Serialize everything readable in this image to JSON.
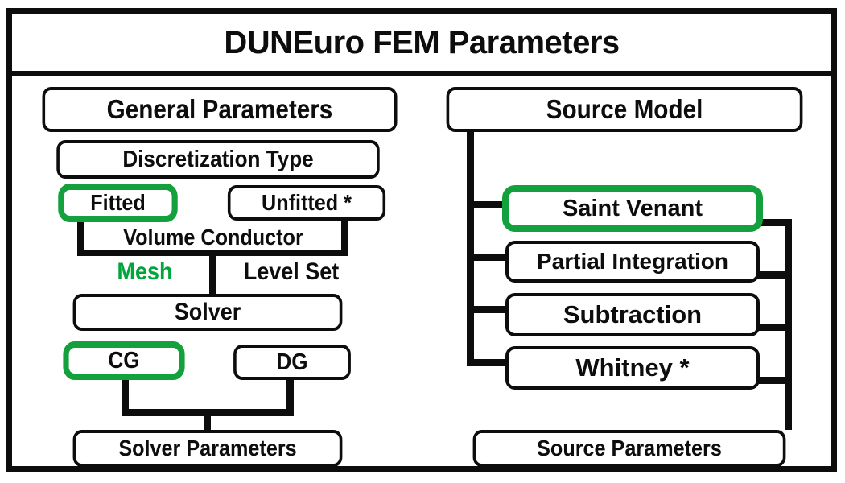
{
  "diagram": {
    "title": "DUNEuro FEM Parameters",
    "accent_green": "#14a03c",
    "text_green": "#00a53c",
    "line_color": "#0d0d0d",
    "background": "#ffffff"
  },
  "left_column": {
    "header": "General Parameters",
    "nodes": {
      "discretization_type": "Discretization Type",
      "fitted": "Fitted",
      "unfitted": "Unfitted *",
      "volume_conductor": "Volume Conductor",
      "mesh": "Mesh",
      "level_set": "Level Set",
      "solver": "Solver",
      "cg": "CG",
      "dg": "DG",
      "solver_parameters": "Solver Parameters"
    },
    "highlighted": [
      "Fitted",
      "CG"
    ],
    "highlighted_labels": [
      "Mesh"
    ]
  },
  "right_column": {
    "header": "Source Model",
    "nodes": {
      "saint_venant": "Saint Venant",
      "partial_integration": "Partial Integration",
      "subtraction": "Subtraction",
      "whitney": "Whitney   *",
      "source_parameters": "Source Parameters"
    },
    "highlighted": [
      "Saint Venant"
    ]
  },
  "footnote_marker": "*"
}
